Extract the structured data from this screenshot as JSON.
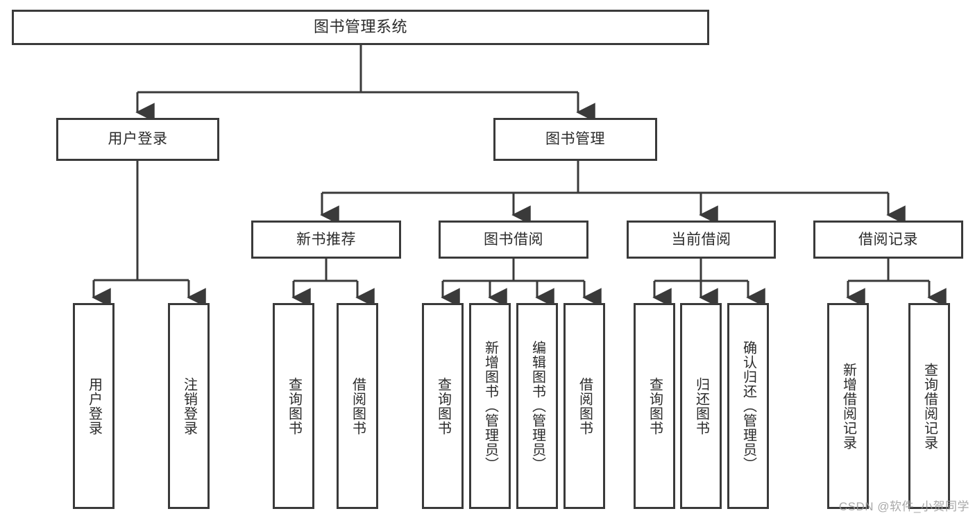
{
  "diagram": {
    "title": "图书管理系统",
    "type": "tree-hierarchy-diagram",
    "style": {
      "box_border_color": "#3a3a3a",
      "box_fill_color": "#ffffff",
      "connector_color": "#3a3a3a",
      "text_color": "#2b2b2b",
      "background": "#ffffff"
    },
    "root": {
      "label": "图书管理系统"
    },
    "level2": [
      {
        "label": "用户登录"
      },
      {
        "label": "图书管理"
      }
    ],
    "level3": [
      {
        "label": "新书推荐"
      },
      {
        "label": "图书借阅"
      },
      {
        "label": "当前借阅"
      },
      {
        "label": "借阅记录"
      }
    ],
    "leaves": {
      "user_login": [
        {
          "label": "用户登录"
        },
        {
          "label": "注销登录"
        }
      ],
      "new_book_recommend": [
        {
          "label": "查询图书"
        },
        {
          "label": "借阅图书"
        }
      ],
      "book_borrow": [
        {
          "label": "查询图书"
        },
        {
          "label": "新增图书（管理员）"
        },
        {
          "label": "编辑图书（管理员）"
        },
        {
          "label": "借阅图书"
        }
      ],
      "current_borrow": [
        {
          "label": "查询图书"
        },
        {
          "label": "归还图书"
        },
        {
          "label": "确认归还（管理员）"
        }
      ],
      "borrow_record": [
        {
          "label": "新增借阅记录"
        },
        {
          "label": "查询借阅记录"
        }
      ]
    },
    "watermark": "CSDN @软件_小贺同学"
  }
}
